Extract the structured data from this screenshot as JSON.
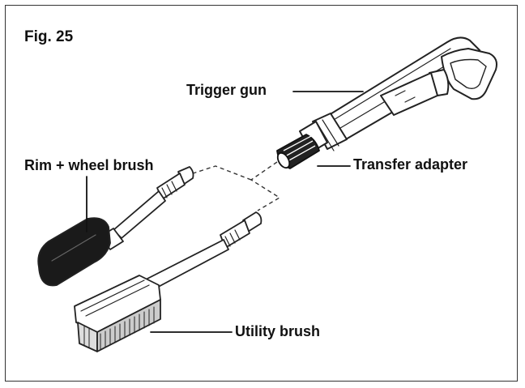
{
  "figure": {
    "title": "Fig. 25"
  },
  "labels": {
    "trigger_gun": "Trigger gun",
    "transfer_adapter": "Transfer adapter",
    "rim_wheel_brush": "Rim + wheel brush",
    "utility_brush": "Utility brush"
  }
}
